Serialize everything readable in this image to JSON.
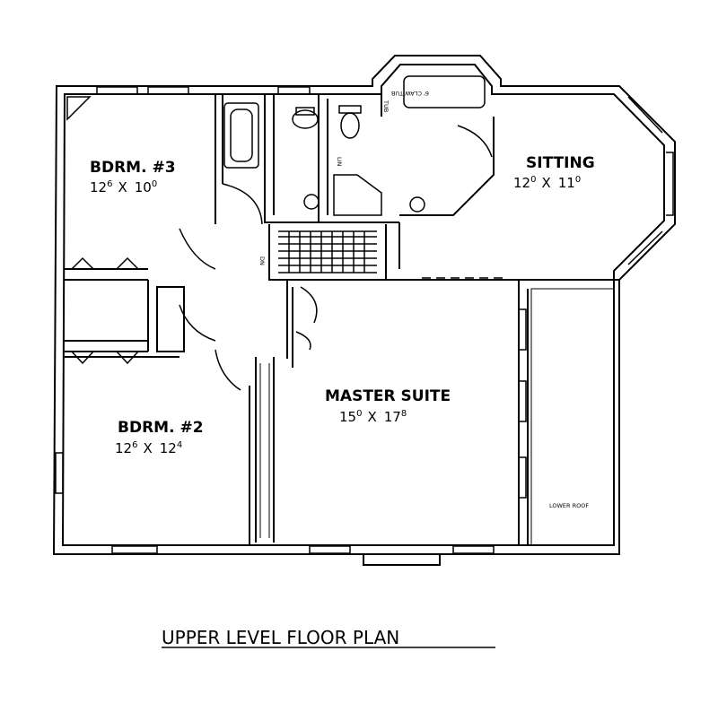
{
  "rooms": {
    "bdrm3": {
      "name": "BDRM. #3",
      "w_ft": "12",
      "w_in": "6",
      "sep": "X",
      "l_ft": "10",
      "l_in": "0"
    },
    "bdrm2": {
      "name": "BDRM. #2",
      "w_ft": "12",
      "w_in": "6",
      "sep": "X",
      "l_ft": "12",
      "l_in": "4"
    },
    "master": {
      "name": "MASTER SUITE",
      "w_ft": "15",
      "w_in": "0",
      "sep": "X",
      "l_ft": "17",
      "l_in": "8"
    },
    "sitting": {
      "name": "SITTING",
      "w_ft": "12",
      "w_in": "0",
      "sep": "X",
      "l_ft": "11",
      "l_in": "0"
    }
  },
  "small_labels": {
    "lower_roof": "LOWER ROOF",
    "dn": "DN",
    "tub": "TUB",
    "lin": "LIN",
    "whirlpool": "6' CLAW TUB"
  },
  "title": "UPPER LEVEL FLOOR PLAN",
  "colors": {
    "line": "#000000",
    "background": "#ffffff"
  }
}
